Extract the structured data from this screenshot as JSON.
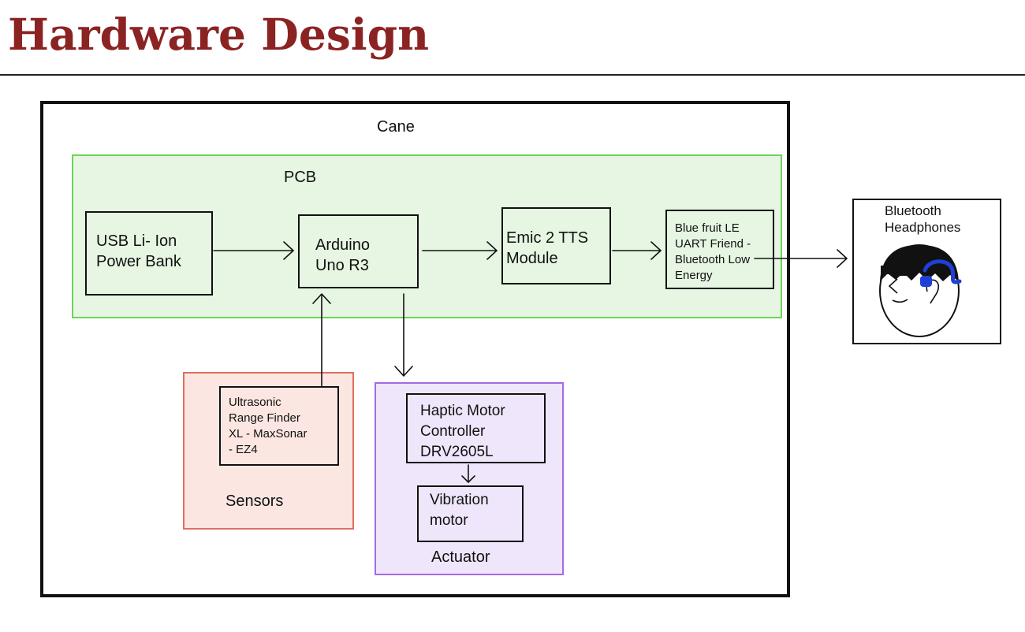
{
  "header": {
    "title": "Hardware Design"
  },
  "diagram": {
    "cane_label": "Cane",
    "pcb_label": "PCB",
    "power_bank": "USB Li- Ion\nPower Bank",
    "arduino": "Arduino\nUno R3",
    "emic": "Emic 2 TTS\nModule",
    "bluefruit": "Blue fruit LE\nUART Friend -\nBluetooth Low\nEnergy",
    "headphones": "Bluetooth\nHeadphones",
    "ultrasonic": "Ultrasonic\nRange Finder\nXL - MaxSonar\n- EZ4",
    "sensors_label": "Sensors",
    "haptic": "Haptic Motor\nController\nDRV2605L",
    "vibration": "Vibration\nmotor",
    "actuator_label": "Actuator"
  },
  "colors": {
    "title": "#8b2323",
    "pcb_fill": "#e6f6e2",
    "pcb_border": "#6fd15a",
    "sensors_fill": "#fbe6e2",
    "sensors_border": "#e06e60",
    "actuator_fill": "#efe6fb",
    "actuator_border": "#a36be3",
    "earpiece": "#1f3fd6"
  }
}
